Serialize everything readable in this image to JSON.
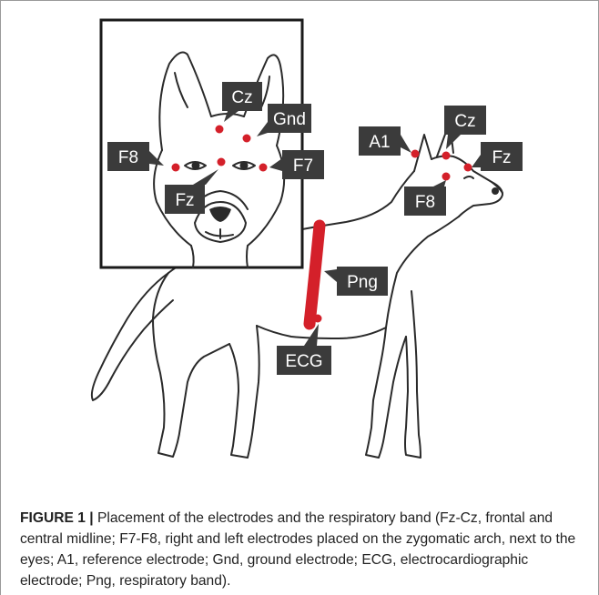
{
  "figure": {
    "caption_label": "FIGURE 1 |",
    "caption_text": " Placement of the electrodes and the respiratory band (Fz-Cz, frontal and central midline; F7-F8, right and left electrodes placed on the zygomatic arch, next to the eyes; A1, reference electrode; Gnd, ground electrode; ECG, electrocardiographic electrode; Png, respiratory band)."
  },
  "labels": {
    "inset_cz": "Cz",
    "inset_gnd": "Gnd",
    "inset_f8": "F8",
    "inset_f7": "F7",
    "inset_fz": "Fz",
    "body_a1": "A1",
    "body_cz": "Cz",
    "body_fz": "Fz",
    "body_f8": "F8",
    "body_png": "Png",
    "body_ecg": "ECG"
  },
  "colors": {
    "electrode": "#d4202a",
    "band": "#d4202a",
    "label_box": "#3b3b3b"
  }
}
